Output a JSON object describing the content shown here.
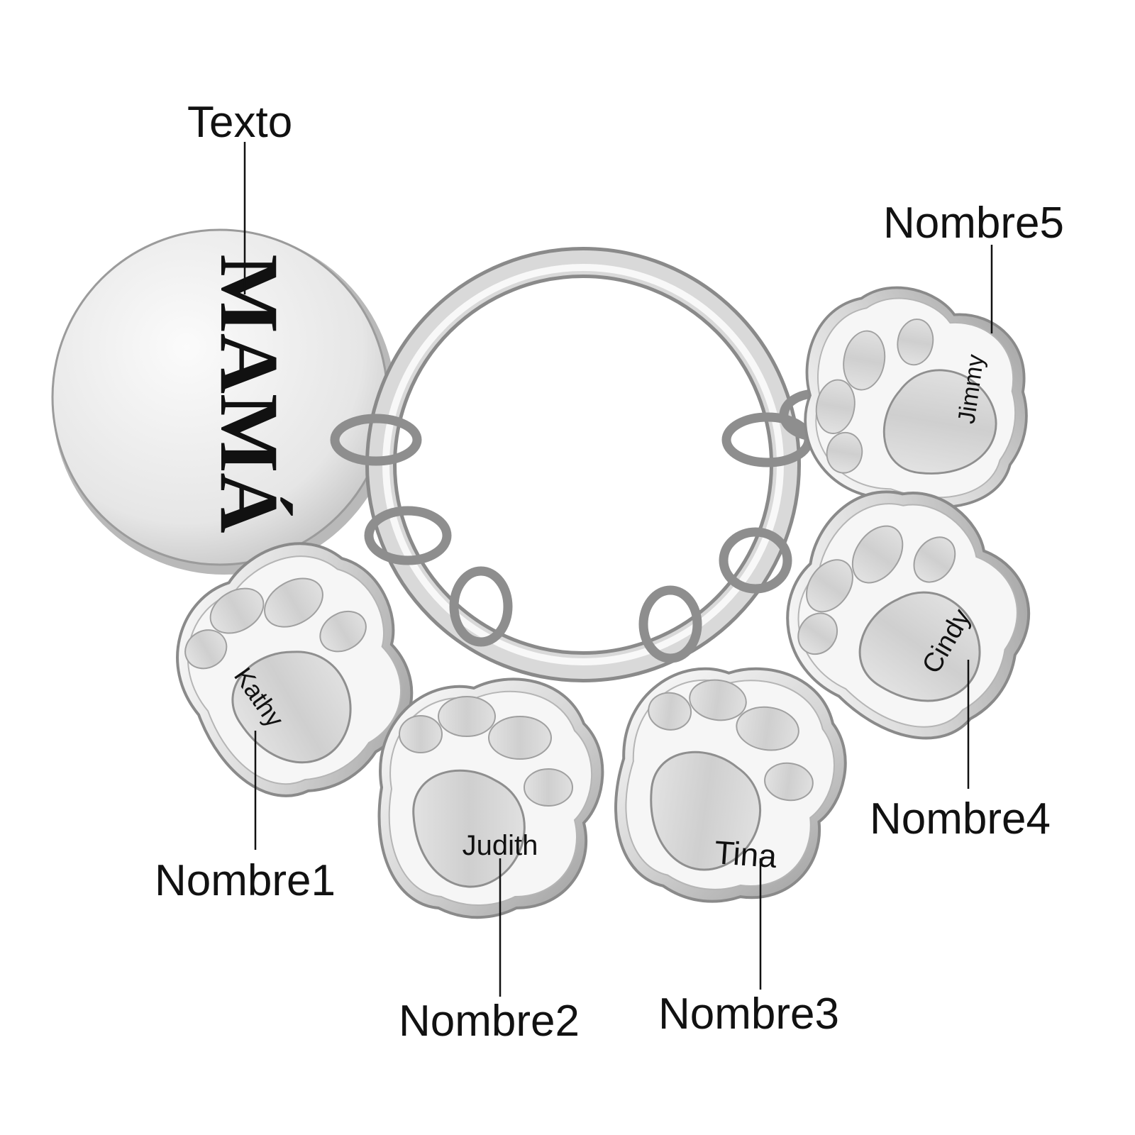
{
  "labels": {
    "texto": "Texto",
    "nombre1": "Nombre1",
    "nombre2": "Nombre2",
    "nombre3": "Nombre3",
    "nombre4": "Nombre4",
    "nombre5": "Nombre5"
  },
  "engravings": {
    "disc": "MAMÁ",
    "paw1": "Kathy",
    "paw2": "Judith",
    "paw3": "Tina",
    "paw4": "Cindy",
    "paw5": "Jimmy"
  },
  "colors": {
    "metal_light": "#f4f4f4",
    "metal_mid": "#cfcfcf",
    "metal_dark": "#8a8a8a",
    "brushed": "#dcdcdc",
    "ink": "#111111"
  }
}
